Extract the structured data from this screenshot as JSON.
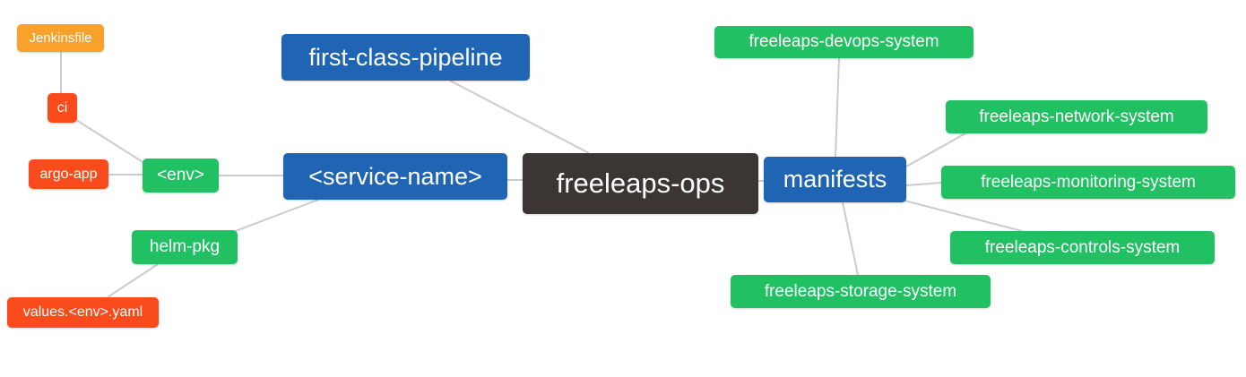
{
  "diagram": {
    "type": "mindmap",
    "root_id": "freeleaps-ops",
    "nodes": [
      {
        "id": "freeleaps-ops",
        "label": "freeleaps-ops",
        "role": "root",
        "color": "#3b3633"
      },
      {
        "id": "first-class-pipeline",
        "label": "first-class-pipeline",
        "role": "branch",
        "color": "#2065b3"
      },
      {
        "id": "service-name",
        "label": "<service-name>",
        "role": "branch",
        "color": "#2065b3"
      },
      {
        "id": "manifests",
        "label": "manifests",
        "role": "branch",
        "color": "#2065b3"
      },
      {
        "id": "env",
        "label": "<env>",
        "role": "sub",
        "color": "#21c063"
      },
      {
        "id": "helm-pkg",
        "label": "helm-pkg",
        "role": "sub",
        "color": "#21c063"
      },
      {
        "id": "ci",
        "label": "ci",
        "role": "leaf",
        "color": "#f94b1c"
      },
      {
        "id": "argo-app",
        "label": "argo-app",
        "role": "leaf",
        "color": "#f94b1c"
      },
      {
        "id": "jenkinsfile",
        "label": "Jenkinsfile",
        "role": "leaf",
        "color": "#f9a12b"
      },
      {
        "id": "values-env-yaml",
        "label": "values.<env>.yaml",
        "role": "leaf",
        "color": "#f94b1c"
      },
      {
        "id": "freeleaps-devops-system",
        "label": "freeleaps-devops-system",
        "role": "sub",
        "color": "#21c063"
      },
      {
        "id": "freeleaps-network-system",
        "label": "freeleaps-network-system",
        "role": "sub",
        "color": "#21c063"
      },
      {
        "id": "freeleaps-monitoring-system",
        "label": "freeleaps-monitoring-system",
        "role": "sub",
        "color": "#21c063"
      },
      {
        "id": "freeleaps-controls-system",
        "label": "freeleaps-controls-system",
        "role": "sub",
        "color": "#21c063"
      },
      {
        "id": "freeleaps-storage-system",
        "label": "freeleaps-storage-system",
        "role": "sub",
        "color": "#21c063"
      }
    ],
    "edges": [
      {
        "from": "jenkinsfile",
        "to": "ci"
      },
      {
        "from": "ci",
        "to": "env"
      },
      {
        "from": "argo-app",
        "to": "env"
      },
      {
        "from": "env",
        "to": "service-name"
      },
      {
        "from": "service-name",
        "to": "helm-pkg"
      },
      {
        "from": "helm-pkg",
        "to": "values-env-yaml"
      },
      {
        "from": "service-name",
        "to": "freeleaps-ops"
      },
      {
        "from": "first-class-pipeline",
        "to": "freeleaps-ops"
      },
      {
        "from": "freeleaps-ops",
        "to": "manifests"
      },
      {
        "from": "freeleaps-devops-system",
        "to": "manifests"
      },
      {
        "from": "manifests",
        "to": "freeleaps-network-system"
      },
      {
        "from": "manifests",
        "to": "freeleaps-monitoring-system"
      },
      {
        "from": "manifests",
        "to": "freeleaps-controls-system"
      },
      {
        "from": "manifests",
        "to": "freeleaps-storage-system"
      }
    ],
    "colors": {
      "root": "#3b3633",
      "branch_blue": "#2065b3",
      "green": "#21c063",
      "red_orange": "#f94b1c",
      "amber": "#f9a12b",
      "edge_line": "#cccccc",
      "text": "#ffffff",
      "background": "#ffffff"
    }
  }
}
